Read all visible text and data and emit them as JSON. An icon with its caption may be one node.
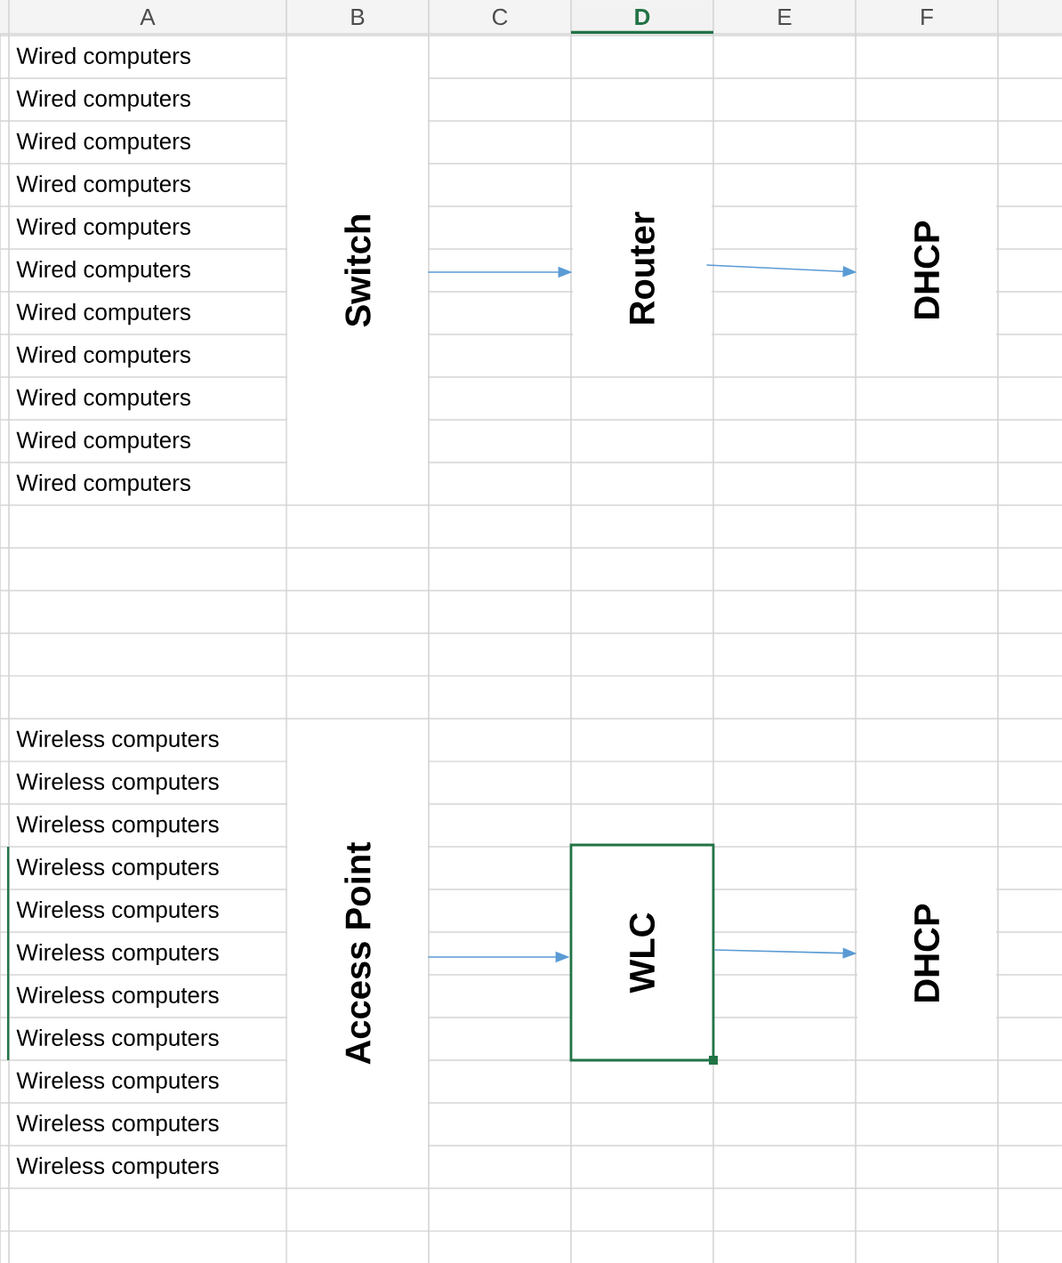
{
  "diagram": {
    "nodes": [
      {
        "text": [
          "Switch"
        ]
      },
      {
        "text": [
          "Router"
        ]
      },
      {
        "text": [
          "DHCP"
        ]
      },
      {
        "text": [
          "Access Point"
        ]
      },
      {
        "text": [
          "WLC"
        ]
      },
      {
        "text": [
          "DHCP"
        ]
      }
    ],
    "edges": [
      {
        "from": 0,
        "to": 1,
        "arrow": "to"
      },
      {
        "from": 1,
        "to": 2,
        "arrow": "to"
      },
      {
        "from": 3,
        "to": 4,
        "arrow": "to"
      },
      {
        "from": 4,
        "to": 5,
        "arrow": "to"
      }
    ],
    "labels": [
      "A",
      "B",
      "C",
      "D",
      "E",
      "F",
      "Wired computers",
      "Wired computers",
      "Wired computers",
      "Wired computers",
      "Wired computers",
      "Wired computers",
      "Wired computers",
      "Wired computers",
      "Wired computers",
      "Wired computers",
      "Wired computers",
      "Wireless computers",
      "Wireless computers",
      "Wireless computers",
      "Wireless computers",
      "Wireless computers",
      "Wireless computers",
      "Wireless computers",
      "Wireless computers",
      "Wireless computers",
      "Wireless computers",
      "Wireless computers"
    ]
  }
}
